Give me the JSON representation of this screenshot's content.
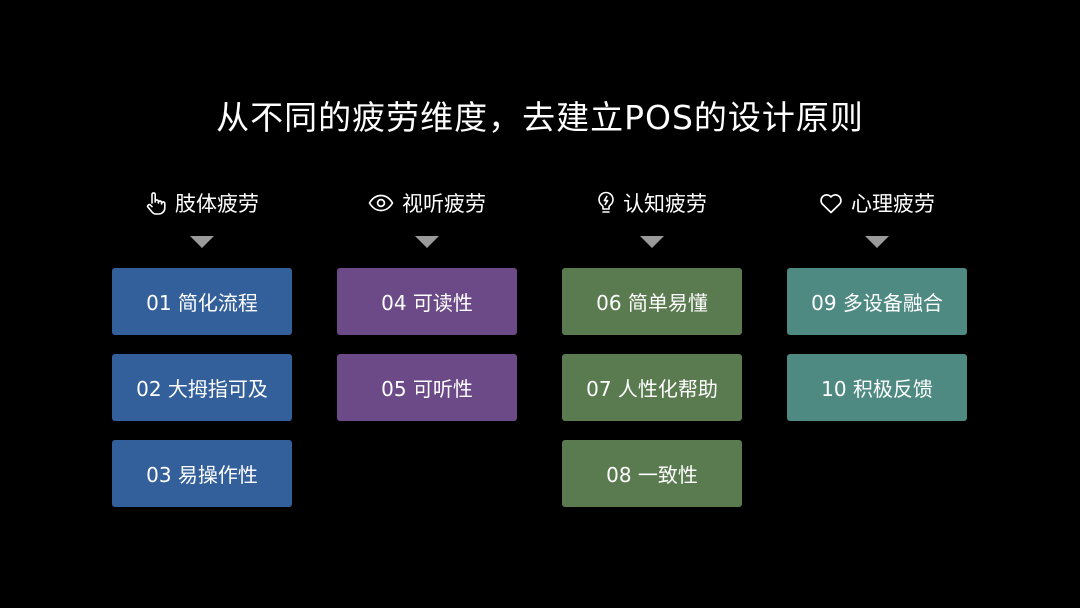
{
  "title": "从不同的疲劳维度，去建立POS的设计原则",
  "columns": [
    {
      "label": "肢体疲劳",
      "icon": "hand-pointer-icon",
      "color": "#33609a",
      "cards": [
        "01 简化流程",
        "02 大拇指可及",
        "03 易操作性"
      ]
    },
    {
      "label": "视听疲劳",
      "icon": "eye-icon",
      "color": "#6b4a87",
      "cards": [
        "04 可读性",
        "05 可听性"
      ]
    },
    {
      "label": "认知疲劳",
      "icon": "lightbulb-icon",
      "color": "#5a7a50",
      "cards": [
        "06 简单易懂",
        "07 人性化帮助",
        "08 一致性"
      ]
    },
    {
      "label": "心理疲劳",
      "icon": "heart-icon",
      "color": "#4f8a82",
      "cards": [
        "09 多设备融合",
        "10 积极反馈"
      ]
    }
  ]
}
